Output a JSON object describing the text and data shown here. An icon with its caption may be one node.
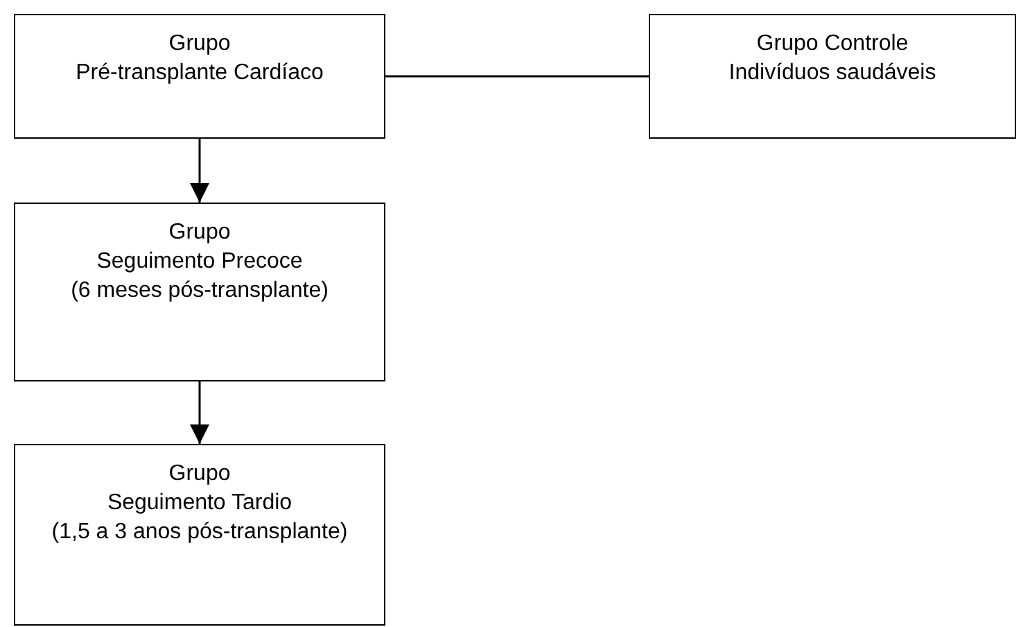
{
  "diagram": {
    "nodes": [
      {
        "text": [
          "Grupo",
          "Pré-transplante Cardíaco"
        ]
      },
      {
        "text": [
          "Grupo Controle",
          "Indivíduos saudáveis"
        ]
      },
      {
        "text": [
          "Grupo",
          "Seguimento Precoce",
          "(6 meses pós-transplante)"
        ]
      },
      {
        "text": [
          "Grupo",
          "Seguimento Tardio",
          "(1,5 a 3 anos pós-transplante)"
        ]
      }
    ],
    "edges": [
      {
        "from": 0,
        "to": 1,
        "arrow": "none"
      },
      {
        "from": 0,
        "to": 2,
        "arrow": "to"
      },
      {
        "from": 2,
        "to": 3,
        "arrow": "to"
      }
    ]
  }
}
